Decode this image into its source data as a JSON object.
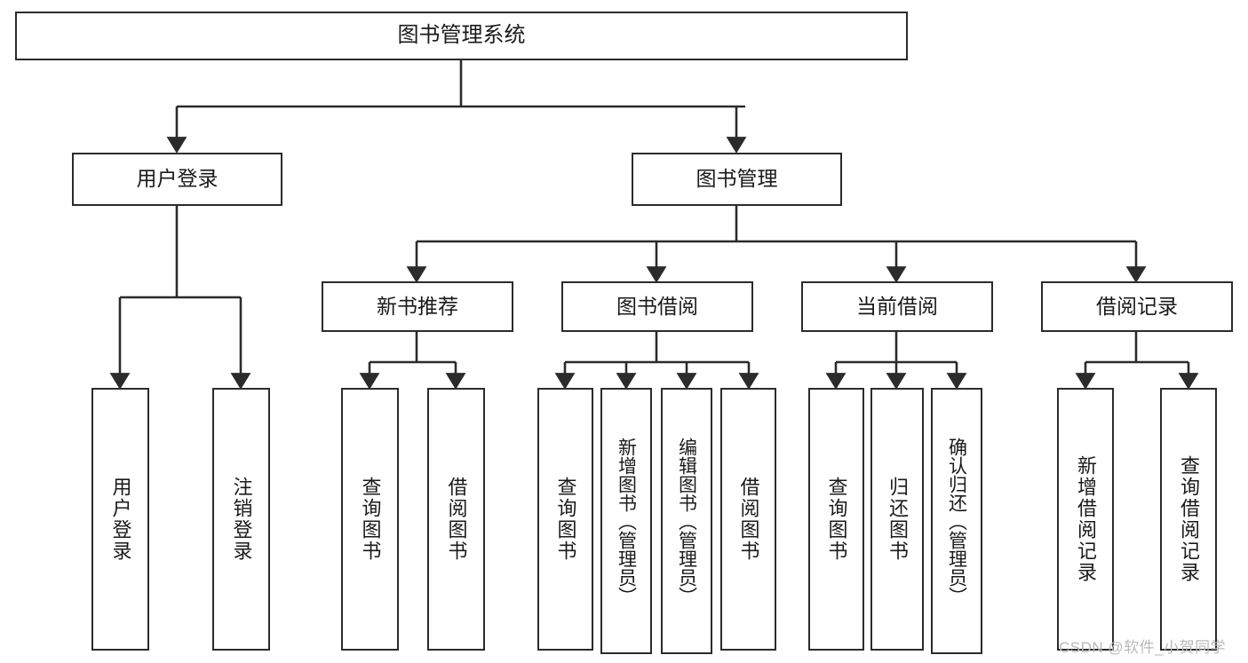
{
  "diagram": {
    "type": "tree-hierarchy",
    "title": "图书管理系统",
    "levels": 4,
    "nodes": {
      "root": {
        "label": "图书管理系统"
      },
      "level2": [
        {
          "id": "user-login",
          "label": "用户登录"
        },
        {
          "id": "book-management",
          "label": "图书管理"
        }
      ],
      "level3": [
        {
          "id": "new-book-recommend",
          "label": "新书推荐"
        },
        {
          "id": "book-borrow",
          "label": "图书借阅"
        },
        {
          "id": "current-borrow",
          "label": "当前借阅"
        },
        {
          "id": "borrow-record",
          "label": "借阅记录"
        }
      ],
      "leaves": [
        {
          "id": "leaf-user-login",
          "label": "用户登录",
          "parent": "user-login"
        },
        {
          "id": "leaf-user-logout",
          "label": "注销登录",
          "parent": "user-login"
        },
        {
          "id": "leaf-query-book-1",
          "label": "查询图书",
          "parent": "new-book-recommend"
        },
        {
          "id": "leaf-borrow-book-1",
          "label": "借阅图书",
          "parent": "new-book-recommend"
        },
        {
          "id": "leaf-query-book-2",
          "label": "查询图书",
          "parent": "book-borrow"
        },
        {
          "id": "leaf-add-book",
          "label": "新增图书（管理员）",
          "parent": "book-borrow"
        },
        {
          "id": "leaf-edit-book",
          "label": "编辑图书（管理员）",
          "parent": "book-borrow"
        },
        {
          "id": "leaf-borrow-book-2",
          "label": "借阅图书",
          "parent": "book-borrow"
        },
        {
          "id": "leaf-query-book-3",
          "label": "查询图书",
          "parent": "current-borrow"
        },
        {
          "id": "leaf-return-book",
          "label": "归还图书",
          "parent": "current-borrow"
        },
        {
          "id": "leaf-confirm-return",
          "label": "确认归还（管理员）",
          "parent": "current-borrow"
        },
        {
          "id": "leaf-add-record",
          "label": "新增借阅记录",
          "parent": "borrow-record"
        },
        {
          "id": "leaf-query-record",
          "label": "查询借阅记录",
          "parent": "borrow-record"
        }
      ]
    },
    "colors": {
      "stroke": "#2b2b2b",
      "fill": "#ffffff",
      "text": "#1a1a1a",
      "watermark": "#b9b9b9"
    }
  },
  "watermark": {
    "text": "CSDN @软件_小贺同学"
  }
}
